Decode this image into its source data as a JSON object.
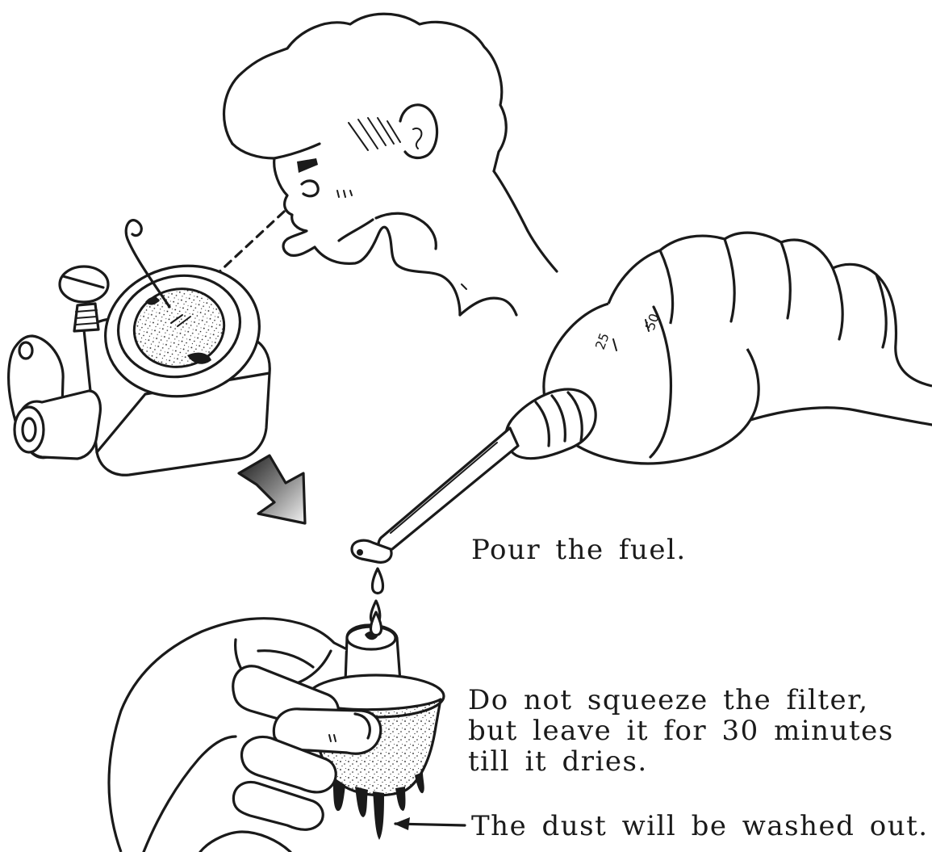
{
  "captions": {
    "pour": "Pour the fuel.",
    "filter_line1": "Do not squeeze the filter,",
    "filter_line2": "but leave it for 30 minutes",
    "filter_line3": "till it dries.",
    "dust": "The dust will be washed out."
  },
  "bottle_marks": {
    "mark1": "25",
    "mark2": "50"
  },
  "colors": {
    "ink": "#1a1a1a",
    "paper": "#ffffff"
  }
}
